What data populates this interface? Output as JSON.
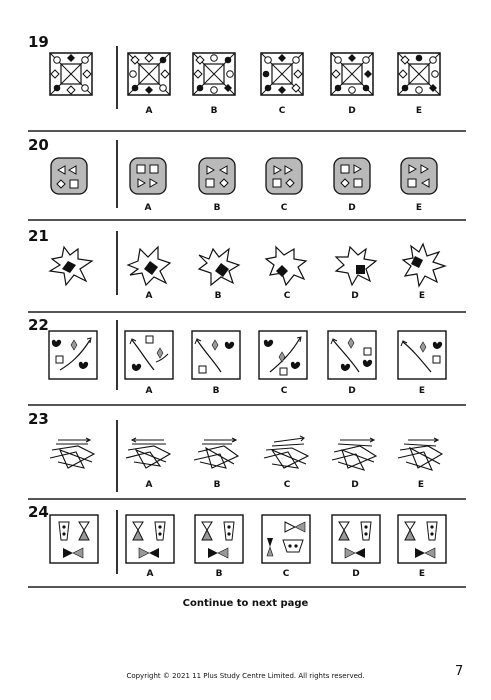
{
  "options": [
    "A",
    "B",
    "C",
    "D",
    "E"
  ],
  "questions": [
    {
      "number": "19",
      "pattern": "diagonal-box-shapes"
    },
    {
      "number": "20",
      "pattern": "rounded-tile-shapes"
    },
    {
      "number": "21",
      "pattern": "jagged-star-square"
    },
    {
      "number": "22",
      "pattern": "arrow-lines-shapes"
    },
    {
      "number": "23",
      "pattern": "overlapping-arrow-lines"
    },
    {
      "number": "24",
      "pattern": "dots-and-bowties"
    }
  ],
  "footer": {
    "continue": "Continue to next page",
    "copyright": "Copyright ©  2021  11 Plus Study Centre Limited. All rights reserved.",
    "page_number": "7"
  },
  "colors": {
    "ink": "#111111",
    "tile_grey": "#b9b9b9",
    "shape_grey": "#999999",
    "rule": "#555555"
  }
}
